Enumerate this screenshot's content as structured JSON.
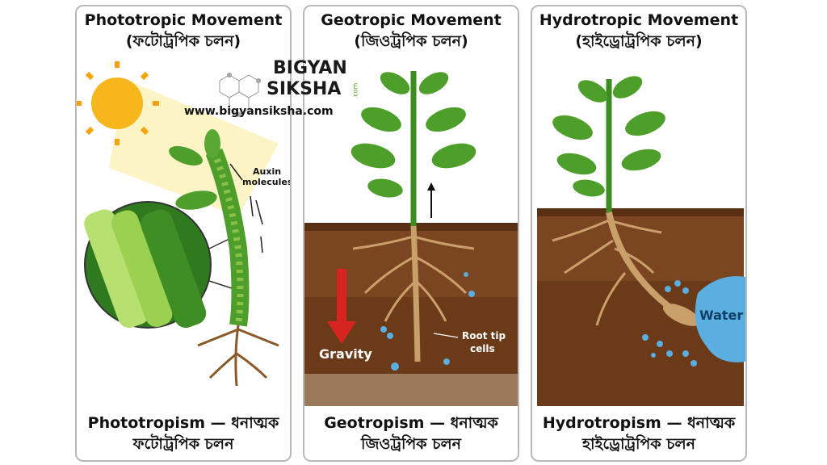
{
  "panels": [
    {
      "title": "Phototropic Movement",
      "subtitle": "(ফটোট্রপিক চলন)",
      "footer_en": "Phototropism — ধনাত্মক",
      "footer_bn": "ফটোট্রপিক চলন",
      "labels": {
        "auxin": [
          "Auxin",
          "molecules"
        ]
      }
    },
    {
      "title": "Geotropic Movement",
      "subtitle": "(জিওট্রপিক চলন)",
      "footer_en": "Geotropism — ধনাত্মক",
      "footer_bn": "জিওট্রপিক চলন",
      "labels": {
        "gravity": "Gravity",
        "root_tip": [
          "Root tip",
          "cells"
        ]
      }
    },
    {
      "title": "Hydrotropic Movement",
      "subtitle": "(হাইড্রোট্রপিক চলন)",
      "footer_en": "Hydrotropism — ধনাত্মক",
      "footer_bn": "হাইড্রোট্রপিক চলন",
      "labels": {
        "water": "Water"
      }
    }
  ],
  "logo": {
    "line1": "BIGYAN",
    "line2": "SIKSHA",
    "suffix": ".com",
    "url": "www.bigyansiksha.com"
  },
  "colors": {
    "leaf": "#4e9e2b",
    "soil": "#7a4520",
    "water": "#5aaee0",
    "sun": "#f7b61b",
    "gravity": "#d8241f"
  }
}
